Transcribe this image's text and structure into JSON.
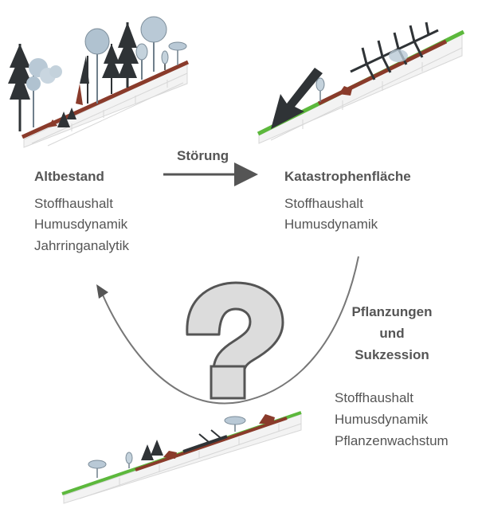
{
  "stages": {
    "altbestand": {
      "title": "Altbestand",
      "items": [
        "Stoffhaushalt",
        "Humusdynamik",
        "Jahrringanalytik"
      ]
    },
    "katastrophenflaeche": {
      "title": "Katastrophenfläche",
      "items": [
        "Stoffhaushalt",
        "Humusdynamik"
      ]
    },
    "pflanzungen": {
      "title_lines": [
        "Pflanzungen",
        "und",
        "Sukzession"
      ],
      "items": [
        "Stoffhaushalt",
        "Humusdynamik",
        "Pflanzenwachstum"
      ]
    }
  },
  "transition": {
    "label": "Störung"
  },
  "colors": {
    "text": "#555555",
    "arrow": "#555555",
    "soil_brown": "#8a3b2b",
    "grass_green": "#5cb83c",
    "tree_dark": "#2f3336",
    "tree_light": "#a9bccb",
    "question_fill": "#dcdcdc"
  },
  "icons": {
    "question": "question-mark-icon",
    "storm": "storm-arrow-icon"
  }
}
